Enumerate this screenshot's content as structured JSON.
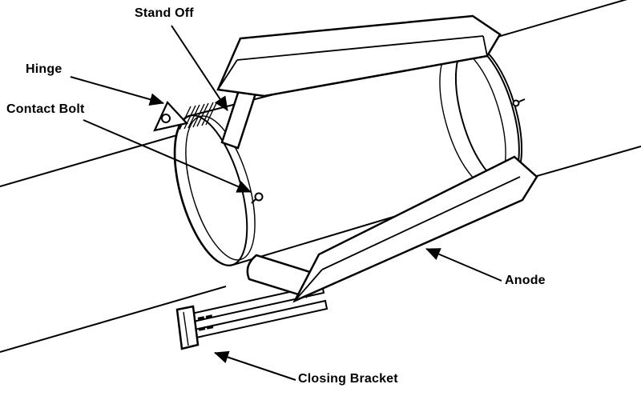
{
  "labels": {
    "stand_off": "Stand Off",
    "hinge": "Hinge",
    "contact_bolt": "Contact Bolt",
    "anode": "Anode",
    "closing_bracket": "Closing Bracket"
  },
  "colors": {
    "ink": "#000000",
    "paper": "#ffffff"
  }
}
